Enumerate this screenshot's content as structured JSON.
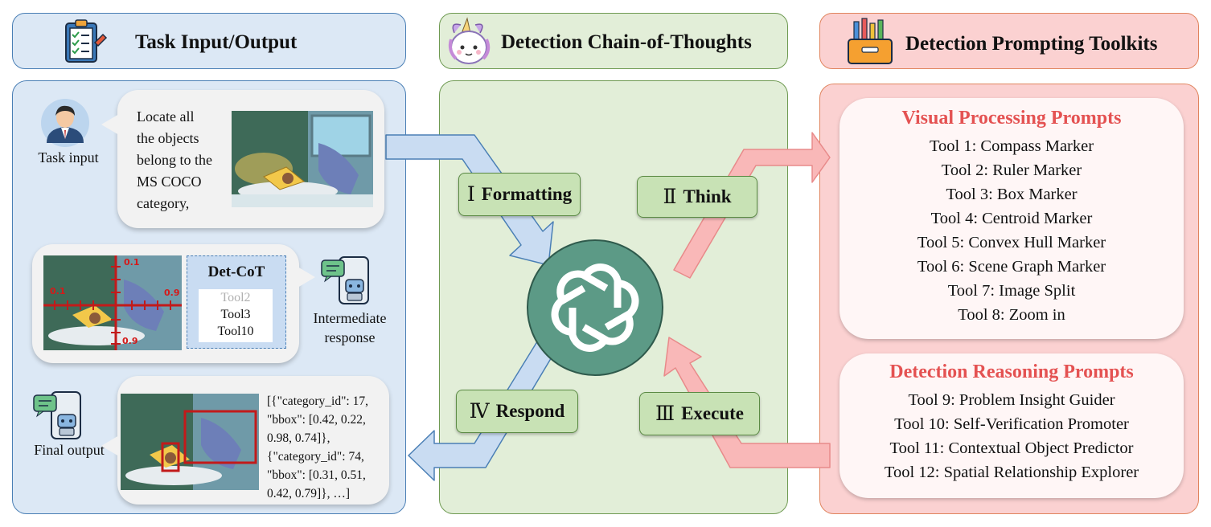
{
  "headers": {
    "task": "Task Input/Output",
    "chain": "Detection Chain-of-Thoughts",
    "toolkits": "Detection Prompting Toolkits"
  },
  "task_input": {
    "label": "Task input",
    "lines": [
      "Locate all",
      "the objects",
      "belong to the",
      "MS COCO",
      "category,"
    ]
  },
  "intermediate": {
    "label_lines": [
      "Intermediate",
      "response"
    ],
    "ruler_ticks": [
      "0.1",
      "0.1",
      "0.9",
      "0.9"
    ],
    "detcot_title": "Det-CoT",
    "detcot_tools": [
      "Tool2",
      "Tool3",
      "Tool10"
    ]
  },
  "final": {
    "label": "Final output",
    "lines": [
      "[{\"category_id\": 17,",
      "\"bbox\": [0.42, 0.22,",
      "0.98, 0.74]},",
      "{\"category_id\": 74,",
      "\"bbox\": [0.31, 0.51,",
      "0.42, 0.79]}, …]"
    ]
  },
  "steps": {
    "formatting": {
      "num": "Ⅰ",
      "label": "Formatting"
    },
    "think": {
      "num": "Ⅱ",
      "label": "Think"
    },
    "execute": {
      "num": "Ⅲ",
      "label": "Execute"
    },
    "respond": {
      "num": "Ⅳ",
      "label": "Respond"
    }
  },
  "visual": {
    "title": "Visual Processing Prompts",
    "tools": [
      "Tool 1: Compass Marker",
      "Tool 2: Ruler Marker",
      "Tool 3: Box Marker",
      "Tool 4: Centroid Marker",
      "Tool 5: Convex Hull Marker",
      "Tool 6: Scene Graph Marker",
      "Tool 7: Image Split",
      "Tool 8: Zoom in"
    ]
  },
  "reasoning": {
    "title": "Detection Reasoning Prompts",
    "tools": [
      "Tool 9: Problem Insight Guider",
      "Tool 10: Self-Verification Promoter",
      "Tool 11: Contextual Object Predictor",
      "Tool 12: Spatial Relationship Explorer"
    ]
  },
  "colors": {
    "blue_panel": "#dce8f5",
    "green_panel": "#e2eed8",
    "red_panel": "#fbd1d1",
    "step_fill": "#c8e2b5",
    "logo_fill": "#5c9a86",
    "section_title": "#e45252"
  }
}
